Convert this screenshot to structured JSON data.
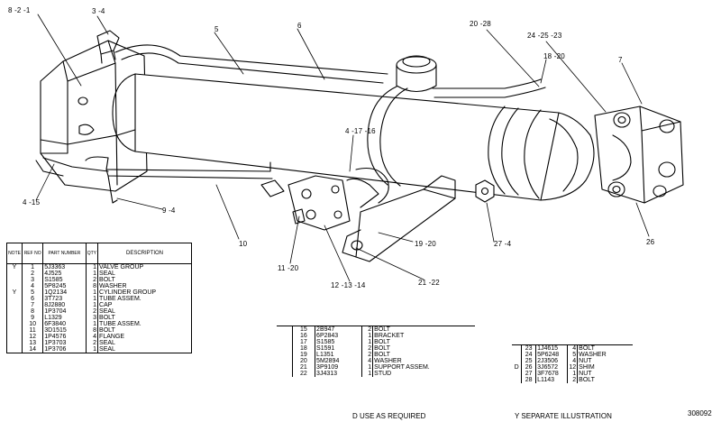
{
  "callouts": {
    "c_8_2_1": "8 -2 -1",
    "c_3_4": "3 -4",
    "c_5": "5",
    "c_6": "6",
    "c_20_28": "20 -28",
    "c_24_25_23": "24 -25 -23",
    "c_18_20": "18 -20",
    "c_7": "7",
    "c_4_17_16": "4 -17 -16",
    "c_4_15": "4 -15",
    "c_9_4": "9 -4",
    "c_10": "10",
    "c_11_20": "11 -20",
    "c_12_13_14": "12 -13 -14",
    "c_19_20": "19 -20",
    "c_21_22": "21 -22",
    "c_27_4": "27 -4",
    "c_26": "26"
  },
  "table_main": {
    "headers": {
      "note": "NOTE",
      "ref": "REF NO",
      "part": "PART NUMBER",
      "qty": "QTY",
      "desc": "DESCRIPTION"
    },
    "rows": [
      {
        "note": "Y",
        "ref": "1",
        "part": "5J3363",
        "qty": "1",
        "desc": "VALVE GROUP"
      },
      {
        "note": "",
        "ref": "2",
        "part": "4J525",
        "qty": "1",
        "desc": "SEAL"
      },
      {
        "note": "",
        "ref": "3",
        "part": "S1585",
        "qty": "2",
        "desc": "BOLT"
      },
      {
        "note": "",
        "ref": "4",
        "part": "5P8245",
        "qty": "8",
        "desc": "WASHER"
      },
      {
        "note": "Y",
        "ref": "5",
        "part": "1Q2134",
        "qty": "1",
        "desc": "CYLINDER GROUP"
      },
      {
        "note": "",
        "ref": "6",
        "part": "3T723",
        "qty": "1",
        "desc": "TUBE ASSEM."
      },
      {
        "note": "",
        "ref": "7",
        "part": "8J2880",
        "qty": "1",
        "desc": "CAP"
      },
      {
        "note": "",
        "ref": "8",
        "part": "1P3704",
        "qty": "2",
        "desc": "SEAL"
      },
      {
        "note": "",
        "ref": "9",
        "part": "L1329",
        "qty": "3",
        "desc": "BOLT"
      },
      {
        "note": "",
        "ref": "10",
        "part": "6F3840",
        "qty": "1",
        "desc": "TUBE ASSEM."
      },
      {
        "note": "",
        "ref": "11",
        "part": "3D1515",
        "qty": "8",
        "desc": "BOLT"
      },
      {
        "note": "",
        "ref": "12",
        "part": "1P4576",
        "qty": "4",
        "desc": "FLANGE"
      },
      {
        "note": "",
        "ref": "13",
        "part": "1P3703",
        "qty": "2",
        "desc": "SEAL"
      },
      {
        "note": "",
        "ref": "14",
        "part": "1P3706",
        "qty": "1",
        "desc": "SEAL"
      }
    ]
  },
  "table_mid": {
    "rows": [
      {
        "ref": "15",
        "part": "2B947",
        "qty": "2",
        "desc": "BOLT"
      },
      {
        "ref": "16",
        "part": "6P2843",
        "qty": "1",
        "desc": "BRACKET"
      },
      {
        "ref": "17",
        "part": "S1585",
        "qty": "1",
        "desc": "BOLT"
      },
      {
        "ref": "18",
        "part": "S1591",
        "qty": "2",
        "desc": "BOLT"
      },
      {
        "ref": "19",
        "part": "L1351",
        "qty": "2",
        "desc": "BOLT"
      },
      {
        "ref": "20",
        "part": "5M2894",
        "qty": "4",
        "desc": "WASHER"
      },
      {
        "ref": "21",
        "part": "3P9109",
        "qty": "1",
        "desc": "SUPPORT ASSEM."
      },
      {
        "ref": "22",
        "part": "3J4313",
        "qty": "1",
        "desc": "STUD"
      }
    ]
  },
  "table_right": {
    "rows": [
      {
        "note": "",
        "ref": "23",
        "part": "1J4615",
        "qty": "4",
        "desc": "BOLT"
      },
      {
        "note": "",
        "ref": "24",
        "part": "5P6248",
        "qty": "5",
        "desc": "WASHER"
      },
      {
        "note": "",
        "ref": "25",
        "part": "2J3506",
        "qty": "4",
        "desc": "NUT"
      },
      {
        "note": "D",
        "ref": "26",
        "part": "3J6572",
        "qty": "12",
        "desc": "SHIM"
      },
      {
        "note": "",
        "ref": "27",
        "part": "3F7678",
        "qty": "1",
        "desc": "NUT"
      },
      {
        "note": "",
        "ref": "28",
        "part": "L1143",
        "qty": "2",
        "desc": "BOLT"
      }
    ]
  },
  "footer": {
    "note_d": "D   USE AS REQUIRED",
    "note_y": "Y   SEPARATE ILLUSTRATION",
    "drawing_no": "308092"
  }
}
